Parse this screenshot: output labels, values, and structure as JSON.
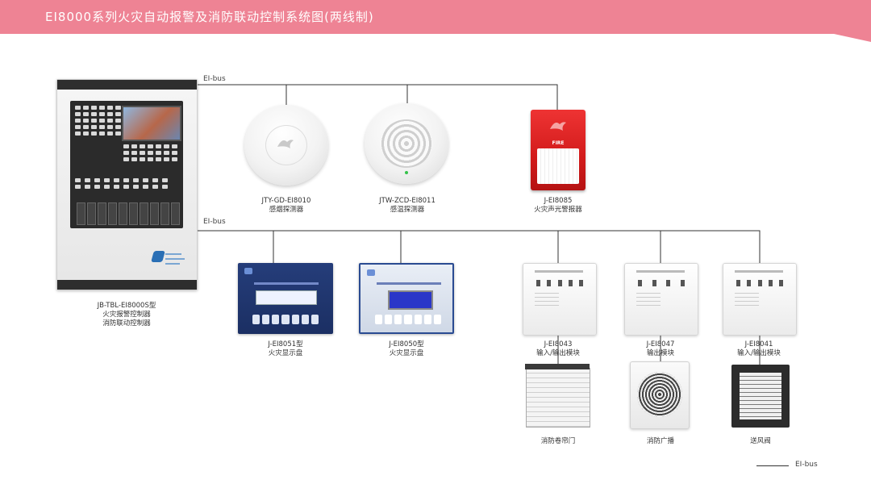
{
  "header": {
    "title": "EI8000系列火灾自动报警及消防联动控制系统图(两线制)"
  },
  "bus": {
    "top_label": "EI-bus",
    "bottom_label": "EI-bus"
  },
  "controller": {
    "model": "JB-TBL-EI8000S型",
    "name_line1": "火灾报警控制器",
    "name_line2": "消防联动控制器"
  },
  "top_devices": [
    {
      "model": "JTY-GD-EI8010",
      "name": "感烟探测器",
      "icon": "smoke-detector-icon"
    },
    {
      "model": "JTW-ZCD-EI8011",
      "name": "感温探测器",
      "icon": "heat-detector-icon"
    },
    {
      "model": "J-EI8085",
      "name": "火灾声光警报器",
      "icon": "sounder-strobe-icon",
      "panel_text": "FIRE"
    }
  ],
  "displays": [
    {
      "model": "J-EI8051型",
      "name": "火灾显示盘"
    },
    {
      "model": "J-EI8050型",
      "name": "火灾显示盘"
    }
  ],
  "modules": [
    {
      "model": "J-EI8043",
      "name": "输入/输出模块"
    },
    {
      "model": "J-EI8047",
      "name": "输出模块"
    },
    {
      "model": "J-EI8041",
      "name": "输入/输出模块"
    }
  ],
  "peripherals": [
    {
      "name": "消防卷帘门",
      "icon": "rolling-shutter-icon"
    },
    {
      "name": "消防广播",
      "icon": "speaker-icon"
    },
    {
      "name": "送风阀",
      "icon": "air-vent-icon"
    }
  ],
  "legend": {
    "label": "EI-bus"
  },
  "colors": {
    "header": "#ee8394",
    "display_navy": "#1b2f63",
    "sounder_red": "#d21b1b"
  }
}
